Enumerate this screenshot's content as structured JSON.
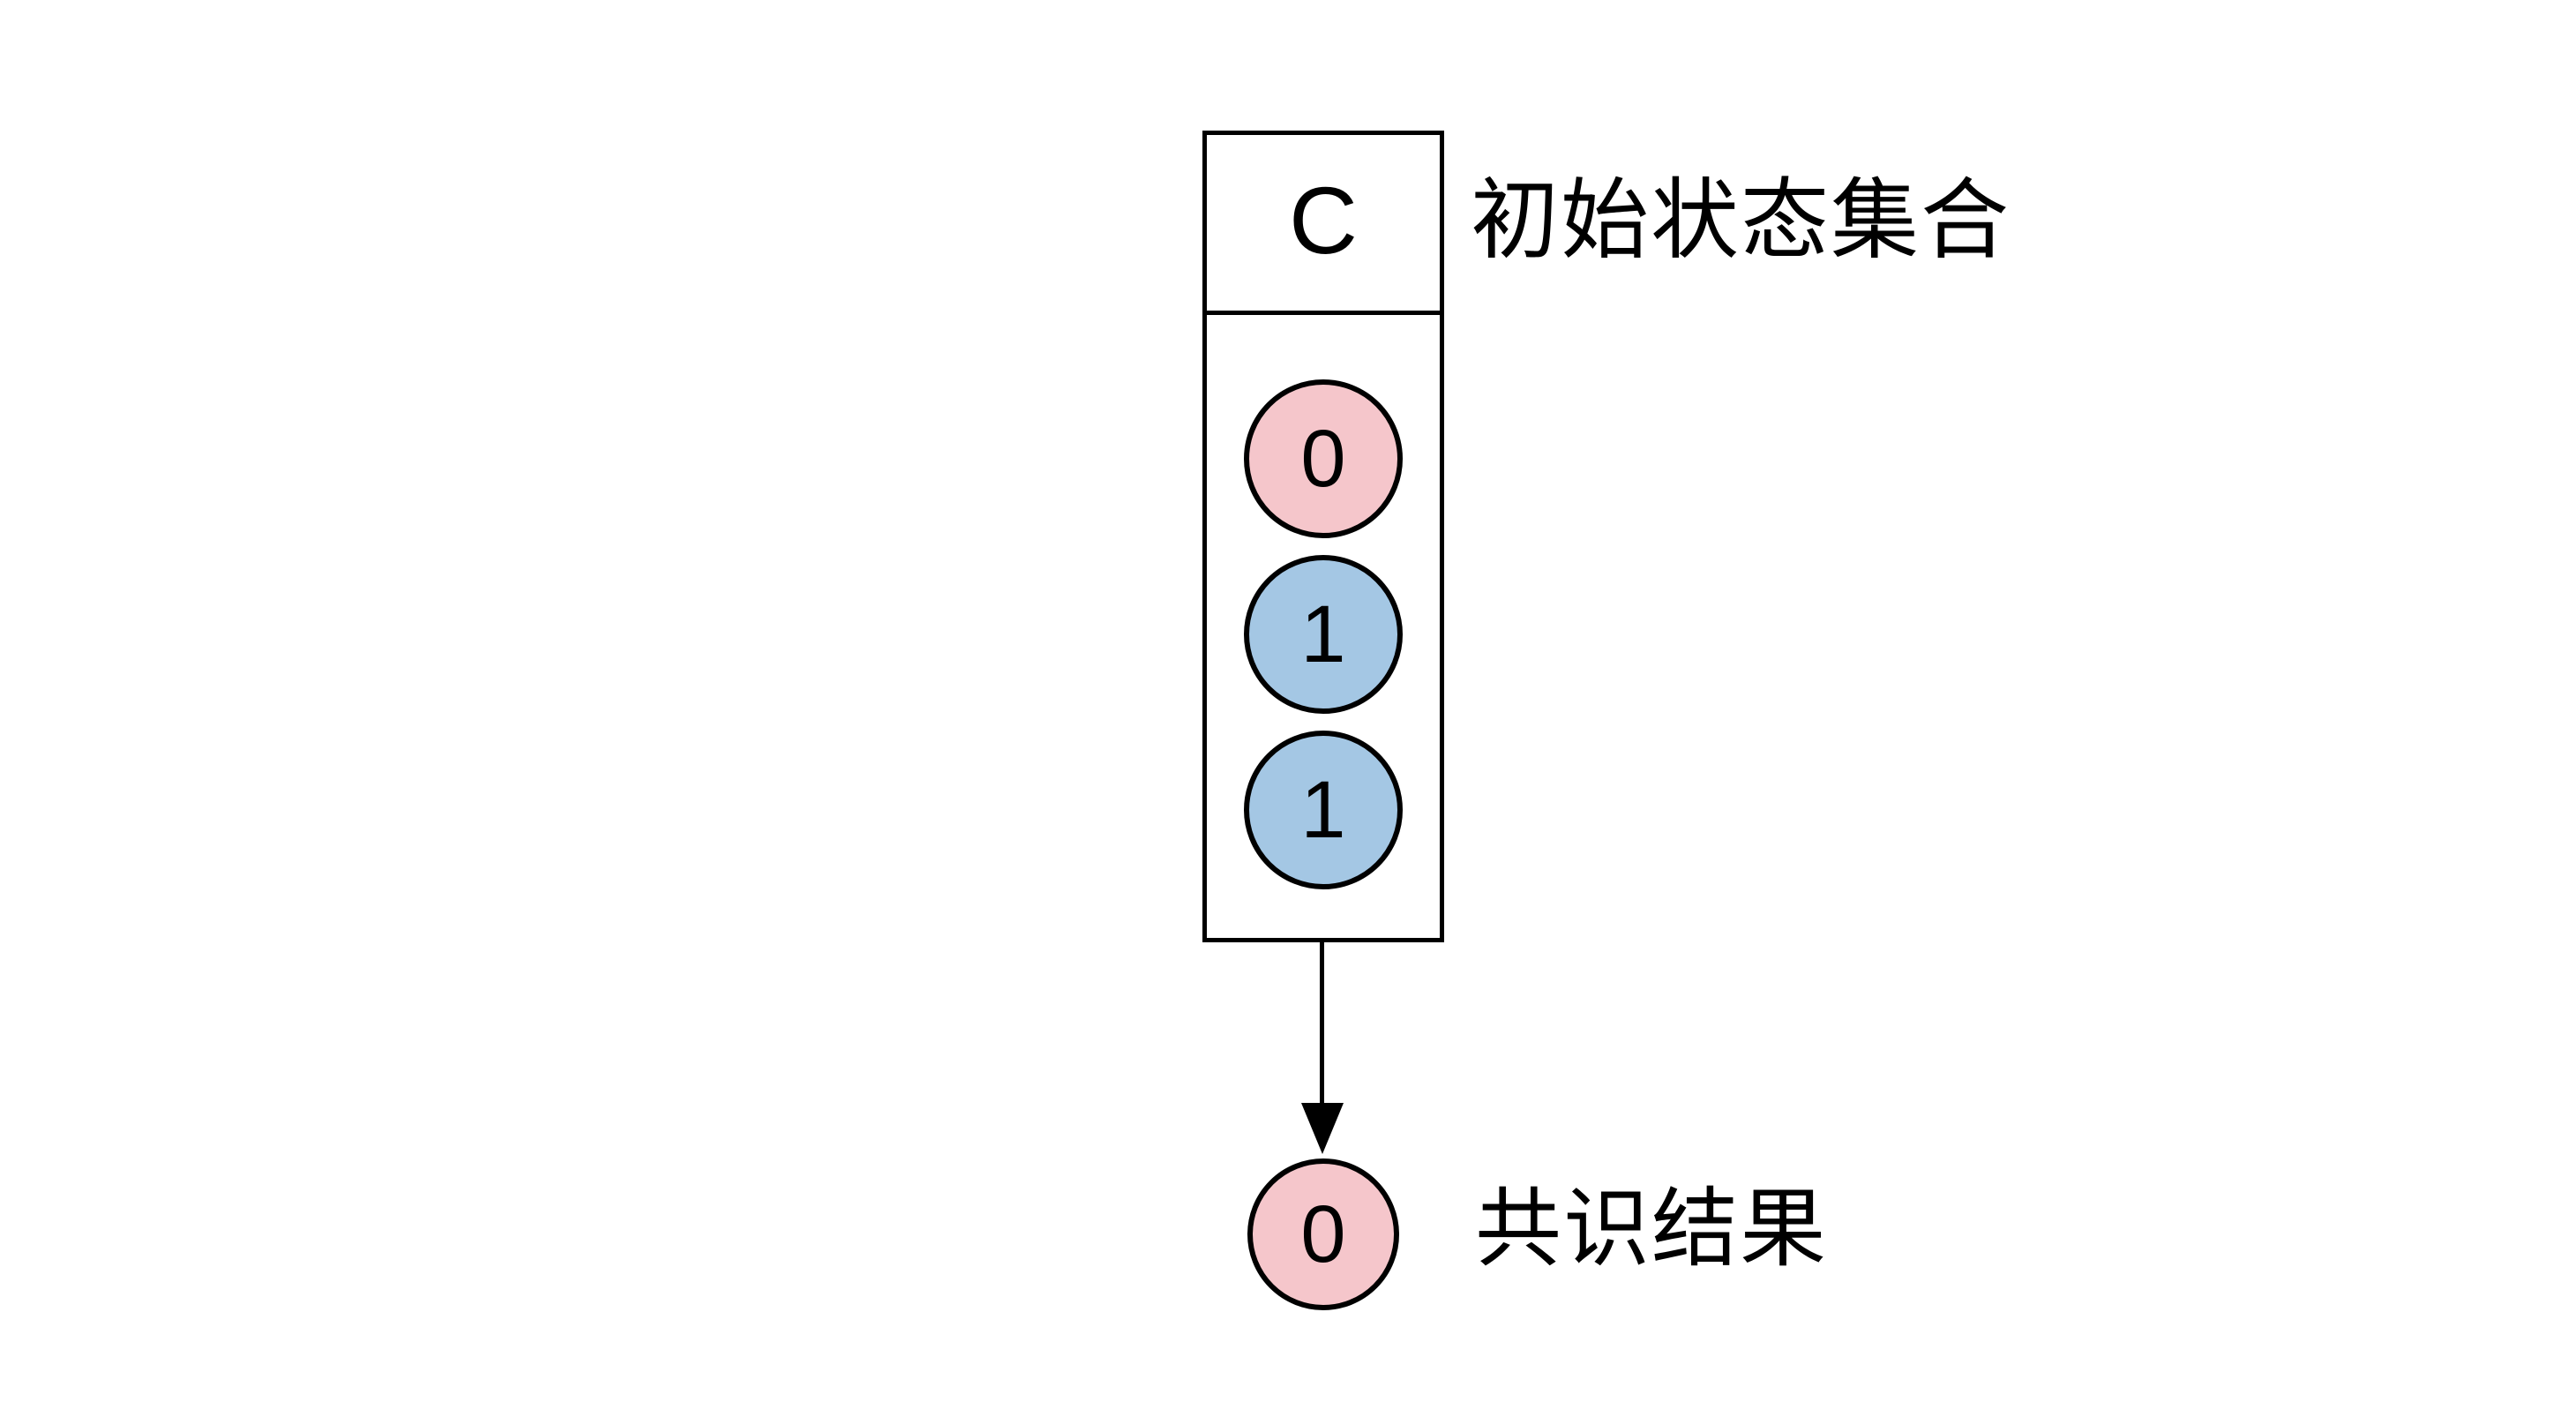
{
  "diagram": {
    "set_box": {
      "label": "C",
      "title": "初始状态集合",
      "states": [
        {
          "value": "0",
          "color": "pink"
        },
        {
          "value": "1",
          "color": "blue"
        },
        {
          "value": "1",
          "color": "blue"
        }
      ]
    },
    "arrow": {
      "direction": "down"
    },
    "result": {
      "value": "0",
      "color": "pink",
      "label": "共识结果"
    },
    "colors": {
      "pink_fill": "#F5C6CB",
      "blue_fill": "#A4C7E4",
      "stroke": "#000000",
      "background": "#FFFFFF"
    }
  }
}
